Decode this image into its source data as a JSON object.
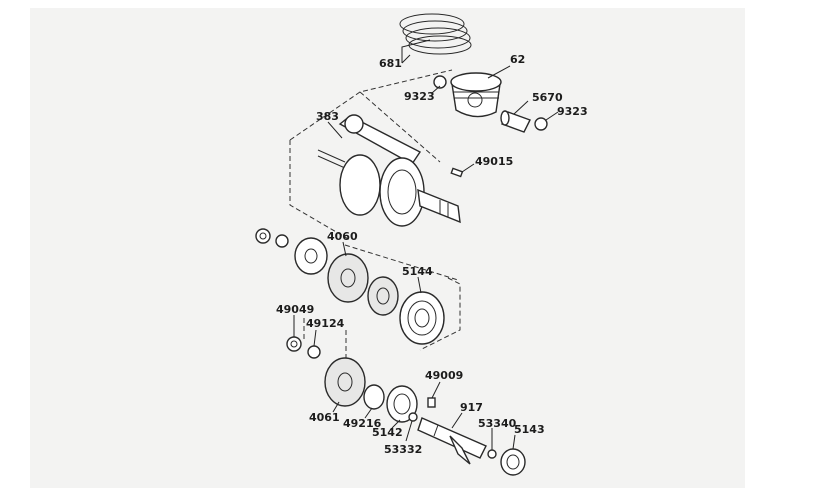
{
  "part_numbers": {
    "p681": "681",
    "p62": "62",
    "p9323_left": "9323",
    "p5670": "5670",
    "p9323_right": "9323",
    "p383": "383",
    "p49015": "49015",
    "p4060": "4060",
    "p5144": "5144",
    "p49049": "49049",
    "p49124": "49124",
    "p49009": "49009",
    "p917": "917",
    "p53340": "53340",
    "p5143": "5143",
    "p4061": "4061",
    "p49216": "49216",
    "p5142": "5142",
    "p53332": "53332"
  }
}
